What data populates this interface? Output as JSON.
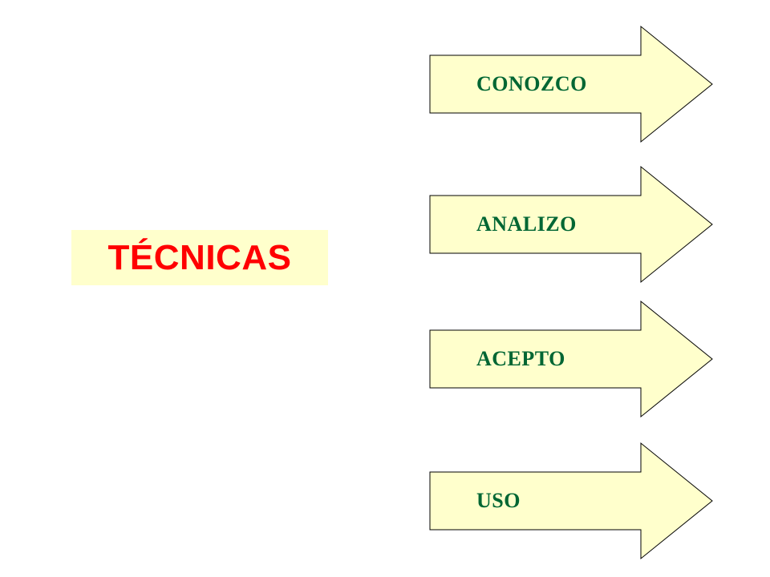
{
  "title": {
    "label": "TÉCNICAS"
  },
  "arrows": [
    {
      "label": "CONOZCO"
    },
    {
      "label": "ANALIZO"
    },
    {
      "label": "ACEPTO"
    },
    {
      "label": "USO"
    }
  ],
  "colors": {
    "title_text": "#ff0000",
    "title_fill": "#ffffcc",
    "arrow_fill": "#ffffcc",
    "arrow_stroke": "#000000",
    "arrow_text": "#006633"
  }
}
